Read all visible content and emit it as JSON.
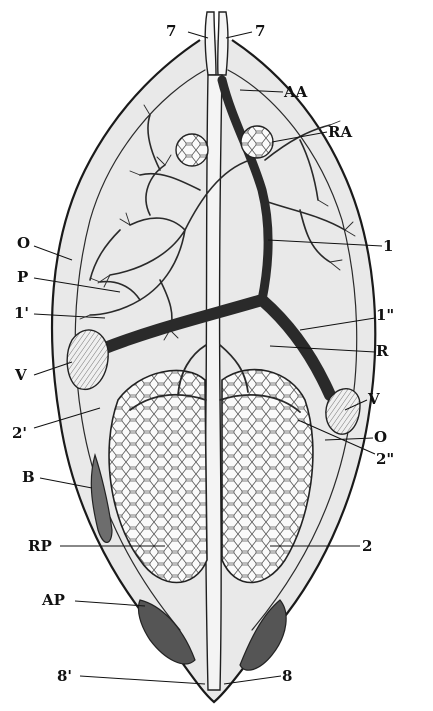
{
  "figure": {
    "labels": {
      "7_left": "7",
      "7_right": "7",
      "AA": "AA",
      "RA": "RA",
      "O_left": "O",
      "P": "P",
      "1": "1",
      "1_prime": "1'",
      "1_double_prime": "1\"",
      "R": "R",
      "V_left": "V",
      "V_right": "V",
      "2_prime": "2'",
      "O_right": "O",
      "2_double_prime": "2\"",
      "B": "B",
      "RP": "RP",
      "2": "2",
      "AP": "AP",
      "8_prime": "8'",
      "8": "8"
    }
  },
  "colors": {
    "ink": "#111111",
    "shading": "#e9e9e9",
    "background": "#ffffff"
  }
}
